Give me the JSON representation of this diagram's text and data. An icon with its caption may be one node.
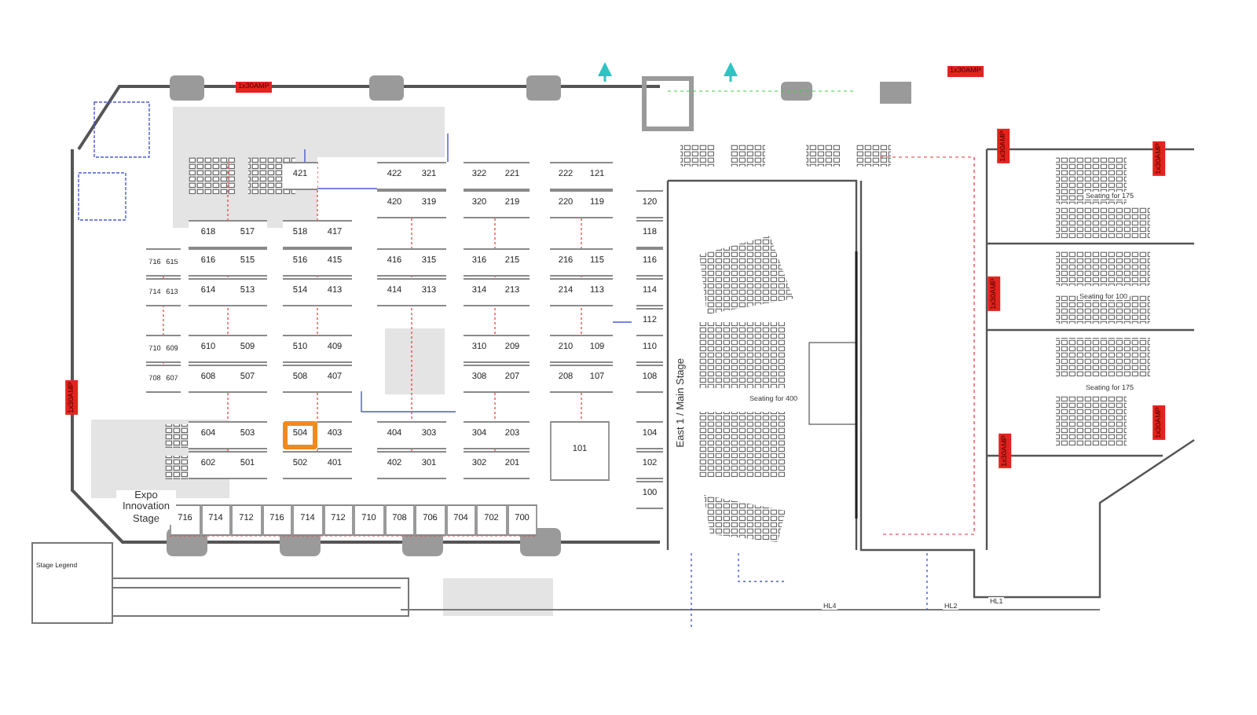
{
  "diagram": {
    "nodes": [
      {
        "text": [
          "421"
        ]
      },
      {
        "text": [
          "422"
        ]
      },
      {
        "text": [
          "321"
        ]
      },
      {
        "text": [
          "322"
        ]
      },
      {
        "text": [
          "221"
        ]
      },
      {
        "text": [
          "222"
        ]
      },
      {
        "text": [
          "121"
        ]
      },
      {
        "text": [
          "420"
        ]
      },
      {
        "text": [
          "319"
        ]
      },
      {
        "text": [
          "320"
        ]
      },
      {
        "text": [
          "219"
        ]
      },
      {
        "text": [
          "220"
        ]
      },
      {
        "text": [
          "119"
        ]
      },
      {
        "text": [
          "120"
        ]
      },
      {
        "text": [
          "618"
        ]
      },
      {
        "text": [
          "517"
        ]
      },
      {
        "text": [
          "518"
        ]
      },
      {
        "text": [
          "417"
        ]
      },
      {
        "text": [
          "118"
        ]
      },
      {
        "text": [
          "716"
        ]
      },
      {
        "text": [
          "615"
        ]
      },
      {
        "text": [
          "616"
        ]
      },
      {
        "text": [
          "515"
        ]
      },
      {
        "text": [
          "516"
        ]
      },
      {
        "text": [
          "415"
        ]
      },
      {
        "text": [
          "416"
        ]
      },
      {
        "text": [
          "315"
        ]
      },
      {
        "text": [
          "316"
        ]
      },
      {
        "text": [
          "215"
        ]
      },
      {
        "text": [
          "216"
        ]
      },
      {
        "text": [
          "115"
        ]
      },
      {
        "text": [
          "116"
        ]
      },
      {
        "text": [
          "714"
        ]
      },
      {
        "text": [
          "613"
        ]
      },
      {
        "text": [
          "614"
        ]
      },
      {
        "text": [
          "513"
        ]
      },
      {
        "text": [
          "514"
        ]
      },
      {
        "text": [
          "413"
        ]
      },
      {
        "text": [
          "414"
        ]
      },
      {
        "text": [
          "313"
        ]
      },
      {
        "text": [
          "314"
        ]
      },
      {
        "text": [
          "213"
        ]
      },
      {
        "text": [
          "214"
        ]
      },
      {
        "text": [
          "113"
        ]
      },
      {
        "text": [
          "114"
        ]
      },
      {
        "text": [
          "112"
        ]
      },
      {
        "text": [
          "710"
        ]
      },
      {
        "text": [
          "609"
        ]
      },
      {
        "text": [
          "610"
        ]
      },
      {
        "text": [
          "509"
        ]
      },
      {
        "text": [
          "510"
        ]
      },
      {
        "text": [
          "409"
        ]
      },
      {
        "text": [
          "310"
        ]
      },
      {
        "text": [
          "209"
        ]
      },
      {
        "text": [
          "210"
        ]
      },
      {
        "text": [
          "109"
        ]
      },
      {
        "text": [
          "110"
        ]
      },
      {
        "text": [
          "708"
        ]
      },
      {
        "text": [
          "607"
        ]
      },
      {
        "text": [
          "608"
        ]
      },
      {
        "text": [
          "507"
        ]
      },
      {
        "text": [
          "508"
        ]
      },
      {
        "text": [
          "407"
        ]
      },
      {
        "text": [
          "308"
        ]
      },
      {
        "text": [
          "207"
        ]
      },
      {
        "text": [
          "208"
        ]
      },
      {
        "text": [
          "107"
        ]
      },
      {
        "text": [
          "108"
        ]
      },
      {
        "text": [
          "604"
        ]
      },
      {
        "text": [
          "503"
        ]
      },
      {
        "text": [
          "504"
        ]
      },
      {
        "text": [
          "403"
        ]
      },
      {
        "text": [
          "404"
        ]
      },
      {
        "text": [
          "303"
        ]
      },
      {
        "text": [
          "304"
        ]
      },
      {
        "text": [
          "203"
        ]
      },
      {
        "text": [
          "101"
        ]
      },
      {
        "text": [
          "104"
        ]
      },
      {
        "text": [
          "602"
        ]
      },
      {
        "text": [
          "501"
        ]
      },
      {
        "text": [
          "502"
        ]
      },
      {
        "text": [
          "401"
        ]
      },
      {
        "text": [
          "402"
        ]
      },
      {
        "text": [
          "301"
        ]
      },
      {
        "text": [
          "302"
        ]
      },
      {
        "text": [
          "201"
        ]
      },
      {
        "text": [
          "102"
        ]
      },
      {
        "text": [
          "100"
        ]
      },
      {
        "text": [
          "716"
        ]
      },
      {
        "text": [
          "714"
        ]
      },
      {
        "text": [
          "712"
        ]
      },
      {
        "text": [
          "716"
        ]
      },
      {
        "text": [
          "714"
        ]
      },
      {
        "text": [
          "712"
        ]
      },
      {
        "text": [
          "710"
        ]
      },
      {
        "text": [
          "708"
        ]
      },
      {
        "text": [
          "706"
        ]
      },
      {
        "text": [
          "704"
        ]
      },
      {
        "text": [
          "702"
        ]
      },
      {
        "text": [
          "700"
        ]
      }
    ],
    "labels": [
      "1x30AMP",
      "1x30AMP",
      "1x30AMP",
      "1x30AMP",
      "1x30AMP",
      "1x30AMP",
      "1x30AMP",
      "1x30AMP",
      "Seating for 175",
      "Seating for 100",
      "Seating for 175",
      "East 1 / Main Stage",
      "Seating for 400",
      "Expo Innovation Stage",
      "Stage Legend",
      "HL4",
      "HL2",
      "HL1"
    ]
  }
}
